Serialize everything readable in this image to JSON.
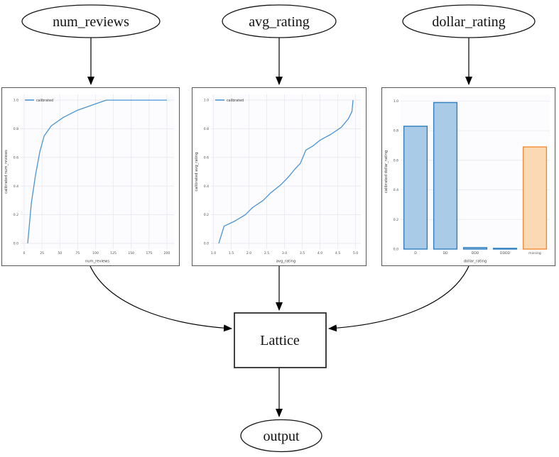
{
  "diagram": {
    "num_reviews_label": "num_reviews",
    "avg_rating_label": "avg_rating",
    "dollar_rating_label": "dollar_rating",
    "lattice_label": "Lattice",
    "output_label": "output"
  },
  "colors": {
    "calibration_line": "#4a94d4",
    "blue_bar_fill": "#aacbe7",
    "blue_bar_edge": "#2f7fc1",
    "orange_bar_fill": "#fbd9b4",
    "orange_bar_edge": "#f28b33",
    "grid": "#e8e8ef",
    "plot_bg": "#fcfcfe",
    "tick_text": "#4d4d4d",
    "label_text": "#3a3a3a"
  },
  "chart_data": [
    {
      "type": "line",
      "name": "num-reviews-calibration",
      "legend": "calibrated",
      "xlabel": "num_reviews",
      "ylabel": "calibrated num_reviews",
      "xlim": [
        -5,
        210
      ],
      "ylim": [
        -0.04,
        1.04
      ],
      "xticks": [
        0,
        25,
        50,
        75,
        100,
        125,
        150,
        175,
        200
      ],
      "xtick_labels": [
        "0",
        "25",
        "50",
        "75",
        "100",
        "125",
        "150",
        "175",
        "200"
      ],
      "yticks": [
        0.0,
        0.2,
        0.4,
        0.6,
        0.8,
        1.0
      ],
      "ytick_labels": [
        "0.0",
        "0.2",
        "0.4",
        "0.6",
        "0.8",
        "1.0"
      ],
      "x": [
        5,
        10,
        16,
        22,
        28,
        38,
        55,
        75,
        95,
        115,
        200
      ],
      "y": [
        0.0,
        0.28,
        0.48,
        0.64,
        0.75,
        0.82,
        0.88,
        0.93,
        0.965,
        1.0,
        1.0
      ]
    },
    {
      "type": "line",
      "name": "avg-rating-calibration",
      "legend": "calibrated",
      "xlabel": "avg_rating",
      "ylabel": "calibrated avg_rating",
      "xlim": [
        0.93,
        5.15
      ],
      "ylim": [
        -0.04,
        1.04
      ],
      "xticks": [
        1.0,
        1.5,
        2.0,
        2.5,
        3.0,
        3.5,
        4.0,
        4.5,
        5.0
      ],
      "xtick_labels": [
        "1.0",
        "1.5",
        "2.0",
        "2.5",
        "3.0",
        "3.5",
        "4.0",
        "4.5",
        "5.0"
      ],
      "yticks": [
        0.0,
        0.2,
        0.4,
        0.6,
        0.8,
        1.0
      ],
      "ytick_labels": [
        "0.0",
        "0.2",
        "0.4",
        "0.6",
        "0.8",
        "1.0"
      ],
      "x": [
        1.15,
        1.3,
        1.6,
        1.9,
        2.1,
        2.4,
        2.6,
        2.9,
        3.1,
        3.3,
        3.45,
        3.6,
        3.8,
        4.0,
        4.3,
        4.6,
        4.8,
        4.9,
        4.93
      ],
      "y": [
        0.0,
        0.12,
        0.155,
        0.2,
        0.25,
        0.3,
        0.35,
        0.41,
        0.46,
        0.52,
        0.56,
        0.65,
        0.68,
        0.72,
        0.76,
        0.81,
        0.87,
        0.92,
        1.0
      ]
    },
    {
      "type": "bar",
      "name": "dollar-rating-calibration",
      "xlabel": "dollar_rating",
      "ylabel": "calibrated dollar_rating",
      "categories": [
        "D",
        "DD",
        "DDD",
        "DDDD",
        "missing"
      ],
      "values": [
        0.83,
        0.99,
        0.01,
        0.005,
        0.69
      ],
      "bar_fill_keys": [
        "blue_bar_fill",
        "blue_bar_fill",
        "blue_bar_fill",
        "blue_bar_fill",
        "orange_bar_fill"
      ],
      "bar_edge_keys": [
        "blue_bar_edge",
        "blue_bar_edge",
        "blue_bar_edge",
        "blue_bar_edge",
        "orange_bar_edge"
      ],
      "ylim": [
        0,
        1.045
      ],
      "yticks": [
        0.0,
        0.2,
        0.4,
        0.6,
        0.8,
        1.0
      ],
      "ytick_labels": [
        "0.0",
        "0.2",
        "0.4",
        "0.6",
        "0.8",
        "1.0"
      ]
    }
  ]
}
